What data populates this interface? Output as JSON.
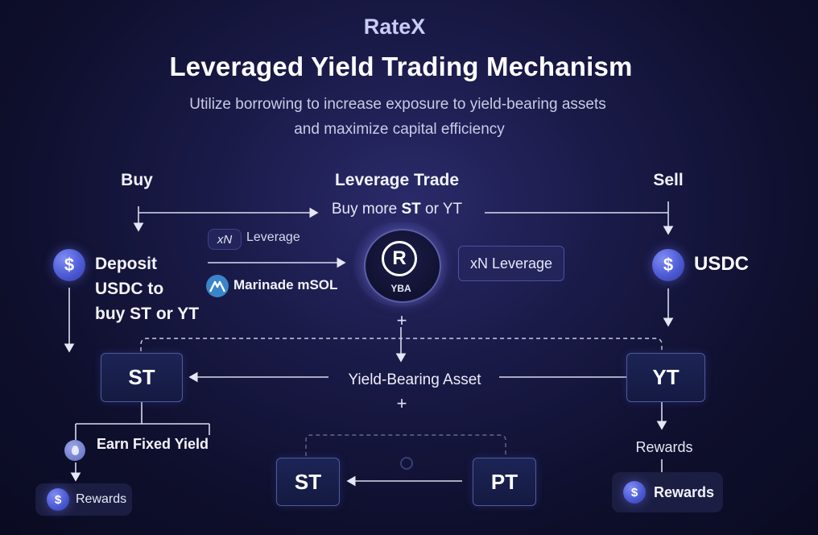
{
  "header": {
    "brand": "RateX",
    "title": "Leveraged Yield Trading Mechanism",
    "subtitle_line1": "Utilize borrowing to increase exposure to yield-bearing assets",
    "subtitle_line2": "and maximize capital efficiency"
  },
  "columns": {
    "buy": "Buy",
    "leverage_trade": "Leverage Trade",
    "sell": "Sell"
  },
  "buy_more": {
    "prefix": "Buy more ",
    "st": "ST",
    "middle": " or ",
    "yt": "YT"
  },
  "deposit": {
    "coin_symbol": "$",
    "line1": "Deposit",
    "line2": "USDC to",
    "line3": "buy ST or YT"
  },
  "leverage": {
    "chip": "xN",
    "label": "Leverage",
    "marinade": "Marinade mSOL",
    "box": "xN Leverage"
  },
  "yba": {
    "symbol": "R",
    "label": "YBA"
  },
  "usdc": {
    "coin_symbol": "$",
    "label": "USDC"
  },
  "plus": "+",
  "nodes": {
    "st_top": "ST",
    "yt": "YT",
    "st_bottom": "ST",
    "pt": "PT"
  },
  "yield_bearing_asset": "Yield-Bearing Asset",
  "earn_fixed_yield": "Earn Fixed Yield",
  "rewards": {
    "left": "Rewards",
    "yt_label": "Rewards",
    "right": "Rewards",
    "coin_symbol": "$"
  },
  "colors": {
    "background": "#13143a",
    "coin": "#5563dc",
    "node_border": "#4f5a9c",
    "text": "#ffffff"
  },
  "icons": [
    "dollar-coin-icon",
    "marinade-icon",
    "ratex-r-icon",
    "droplet-icon",
    "arrow-icon"
  ]
}
